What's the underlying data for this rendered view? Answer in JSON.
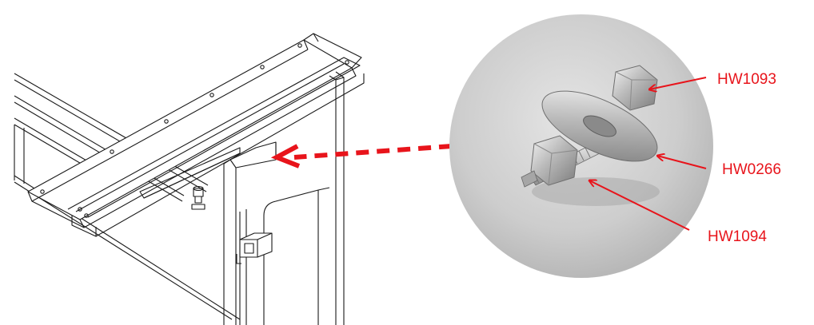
{
  "callouts": [
    {
      "id": "HW1093"
    },
    {
      "id": "HW0266"
    },
    {
      "id": "HW1094"
    }
  ],
  "colors": {
    "callout": "#e8141b",
    "line_art": "#1a1a1a",
    "photo_bg": "#c8c8c8",
    "page_bg": "#ffffff"
  },
  "icons": {
    "frame_drawing": "frame-assembly-line-art",
    "detail_photo": "hex-bolt-washer-nut-photo"
  }
}
